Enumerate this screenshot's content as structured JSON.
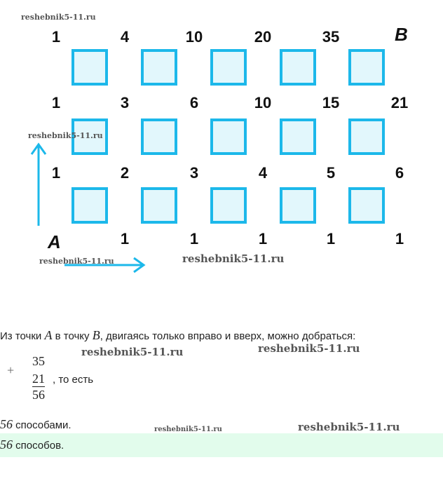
{
  "grid": {
    "rows": [
      [
        "1",
        "4",
        "10",
        "20",
        "35"
      ],
      [
        "1",
        "3",
        "6",
        "10",
        "15",
        "21"
      ],
      [
        "1",
        "2",
        "3",
        "4",
        "5",
        "6"
      ],
      [
        "",
        "1",
        "1",
        "1",
        "1",
        "1"
      ]
    ],
    "label_a": "A",
    "label_b": "B",
    "square_color": "#1cb8ea"
  },
  "text": {
    "intro_1": "Из точки ",
    "a": "A",
    "intro_2": " в точку ",
    "b": "B",
    "intro_3": ", двигаясь только вправо и вверх, можно добраться:",
    "plus": "+",
    "n1": "35",
    "n2": "21",
    "sum": "56",
    "that_is": ", то есть",
    "result_num": "56",
    "result_text": " способами.",
    "answer_num": "56",
    "answer_text": " способов."
  },
  "watermark": "reshebnik5-11.ru"
}
